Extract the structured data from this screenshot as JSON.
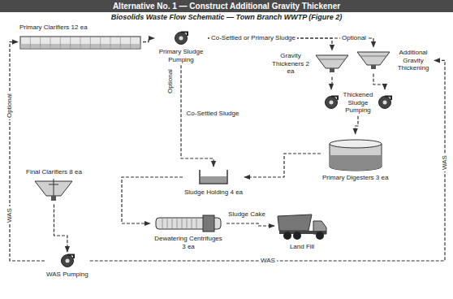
{
  "diagram": {
    "title": "Alternative No. 1 — Construct Additional Gravity Thickener",
    "nodes": [
      {
        "text": [
          "Primary Clarifiers 12 ea"
        ]
      },
      {
        "text": [
          "Primary Sludge Pumping"
        ]
      },
      {
        "text": [
          "Gravity Thickeners 2 ea"
        ]
      },
      {
        "text": [
          "Additional Gravity Thickening"
        ]
      },
      {
        "text": [
          "Thickened Sludge Pumping"
        ]
      },
      {
        "text": [
          "Primary Digesters 3 ea"
        ]
      },
      {
        "text": [
          "Sludge Holding 4 ea"
        ]
      },
      {
        "text": [
          "Dewatering Centrifuges 3 ea"
        ]
      },
      {
        "text": [
          "Land Fill"
        ]
      },
      {
        "text": [
          "Final Clarifiers 8 ea"
        ]
      },
      {
        "text": [
          "WAS Pumping"
        ]
      }
    ],
    "edges": [
      {
        "from": 0,
        "to": 1,
        "arrow": "to"
      },
      {
        "from": 1,
        "to": 2,
        "label": "Co-Settled or Primary Sludge",
        "arrow": "to"
      },
      {
        "from": 1,
        "to": 3,
        "label": "Optional",
        "arrow": "to"
      },
      {
        "from": 1,
        "to": 6,
        "label": "Co-Settled Sludge",
        "arrow": "to"
      },
      {
        "from": 2,
        "to": 4,
        "arrow": "to"
      },
      {
        "from": 3,
        "to": 4,
        "arrow": "to"
      },
      {
        "from": 4,
        "to": 5,
        "arrow": "to"
      },
      {
        "from": 5,
        "to": 6,
        "arrow": "to"
      },
      {
        "from": 6,
        "to": 7,
        "arrow": "to"
      },
      {
        "from": 7,
        "to": 8,
        "label": "Sludge Cake",
        "arrow": "to"
      },
      {
        "from": 9,
        "to": 10,
        "arrow": "to"
      },
      {
        "from": 10,
        "to": 3,
        "label": "WAS",
        "arrow": "to"
      },
      {
        "from": 10,
        "to": 0,
        "label": "WAS",
        "arrow": "to"
      }
    ],
    "labels": [
      "Biosolids Waste Flow Schematic — Town Branch WWTP (Figure 2)",
      "Optional",
      "Optional",
      "WAS"
    ]
  }
}
